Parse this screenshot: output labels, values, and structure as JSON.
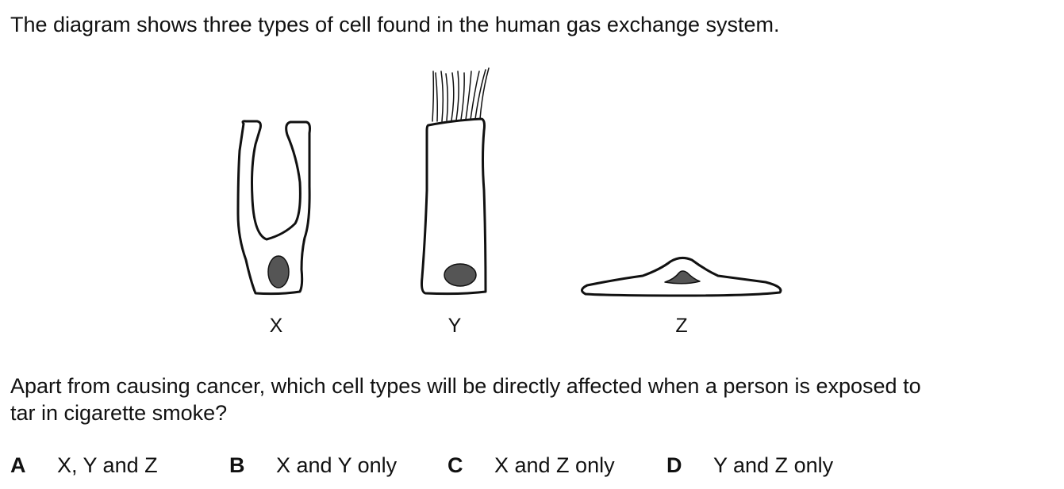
{
  "intro": "The diagram shows three types of cell found in the human gas exchange system.",
  "diagram": {
    "labels": {
      "x": "X",
      "y": "Y",
      "z": "Z"
    },
    "colors": {
      "outline": "#111111",
      "nucleus": "#555555"
    }
  },
  "question": {
    "line1": "Apart from causing cancer, which cell types will be directly affected when a person is exposed to",
    "line2": "tar in cigarette smoke?"
  },
  "options": [
    {
      "letter": "A",
      "text": "X, Y and Z"
    },
    {
      "letter": "B",
      "text": "X and Y only"
    },
    {
      "letter": "C",
      "text": "X and Z only"
    },
    {
      "letter": "D",
      "text": "Y and Z only"
    }
  ]
}
